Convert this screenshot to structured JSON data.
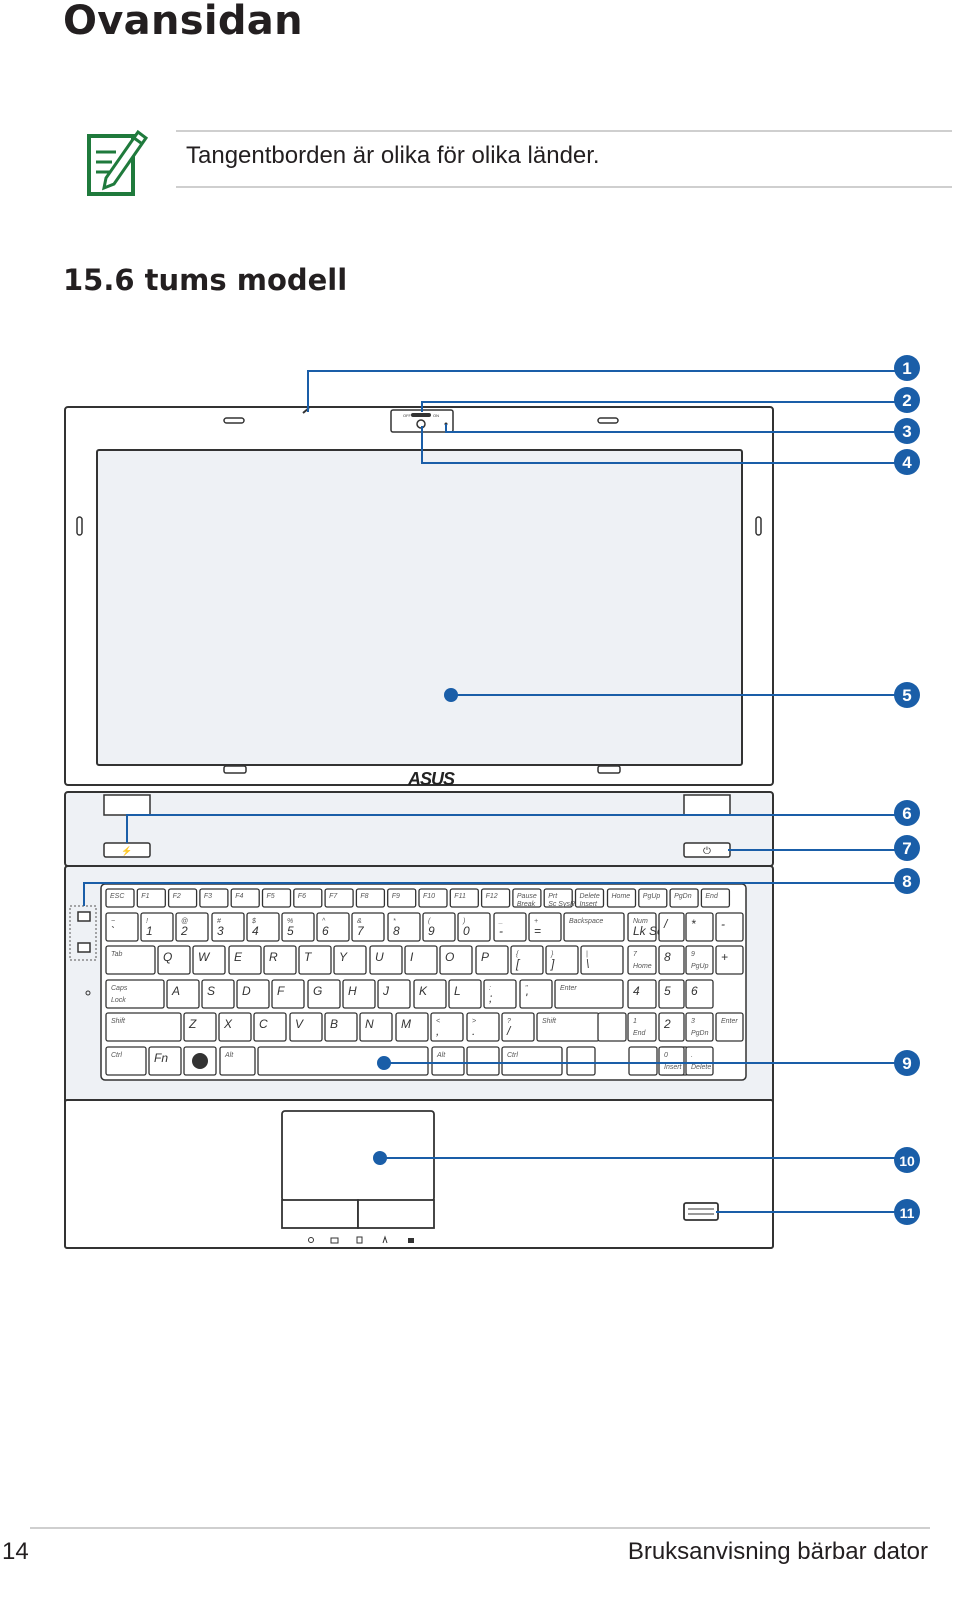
{
  "page": {
    "title": "Ovansidan",
    "note_text": "Tangentborden är olika för olika länder.",
    "subtitle": "15.6 tums modell",
    "footer": {
      "page_number": "14",
      "manual_title": "Bruksanvisning bärbar dator"
    }
  },
  "callouts": [
    "1",
    "2",
    "3",
    "4",
    "5",
    "6",
    "7",
    "8",
    "9",
    "10",
    "11"
  ],
  "laptop": {
    "brand": "ASUS",
    "camera_switch": {
      "off_label": "OFF",
      "on_label": "ON"
    }
  },
  "keyboard": {
    "fn_row": [
      "ESC",
      "F1",
      "F2",
      "F3",
      "F4",
      "F5",
      "F6",
      "F7",
      "F8",
      "F9",
      "F10",
      "F11",
      "F12",
      "Pause Break",
      "Prt Sc SysRq",
      "Delete Insert",
      "Home",
      "PgUp",
      "PgDn",
      "End"
    ],
    "number_row": [
      "~ `",
      "! 1",
      "@ 2",
      "# 3",
      "$ 4",
      "% 5",
      "^ 6",
      "& 7",
      "* 8",
      "( 9",
      ") 0",
      "_ -",
      "+ =",
      "Backspace",
      "Num Lk Scr Lk",
      "/",
      "*",
      "-"
    ],
    "q_row": [
      "Tab",
      "Q",
      "W",
      "E",
      "R",
      "T",
      "Y",
      "U",
      "I",
      "O",
      "P",
      "{ [",
      "} ]",
      "| \\",
      "7 Home",
      "8",
      "9 PgUp",
      "+"
    ],
    "a_row": [
      "Caps Lock",
      "A",
      "S",
      "D",
      "F",
      "G",
      "H",
      "J",
      "K",
      "L",
      ": ;",
      "\" '",
      "Enter",
      "4",
      "5",
      "6"
    ],
    "z_row": [
      "Shift",
      "Z",
      "X",
      "C",
      "V",
      "B",
      "N",
      "M",
      "< ,",
      "> .",
      "? /",
      "Shift",
      "1 End",
      "2",
      "3 PgDn",
      "Enter"
    ],
    "bottom_row": [
      "Ctrl",
      "Fn",
      "Alt",
      "Alt",
      "Ctrl",
      "0 Insert",
      ". Delete"
    ]
  },
  "colors": {
    "callout_line": "#1a5ea8",
    "callout_badge": "#1a5ea8",
    "outline": "#3a3a3a",
    "panel": "#eef1f5"
  }
}
